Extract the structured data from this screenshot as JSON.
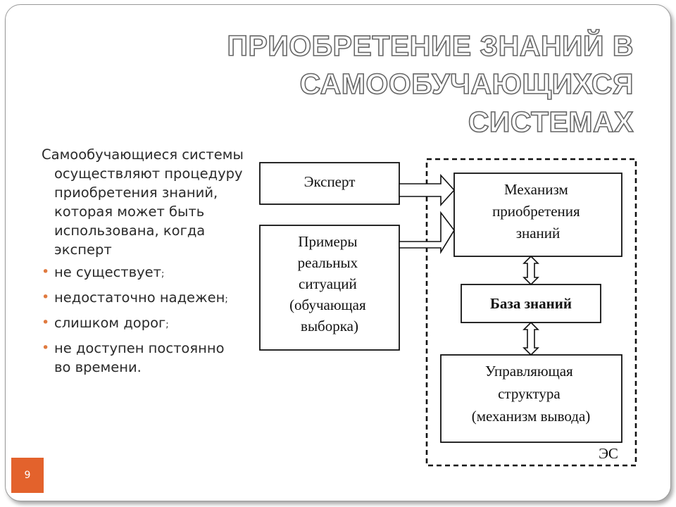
{
  "slide": {
    "title_line1": "ПРИОБРЕТЕНИЕ ЗНАНИЙ В",
    "title_line2": "САМООБУЧАЮЩИХСЯ СИСТЕМАХ",
    "intro": "Самообучающиеся системы осуществляют процедуру приобретения знаний, которая может быть использована, когда эксперт",
    "bullets": [
      {
        "text": "не существует",
        "punct": ";"
      },
      {
        "text": "недостаточно надежен",
        "punct": ";"
      },
      {
        "text": "слишком дорог",
        "punct": ";"
      },
      {
        "text": "не доступен постоянно во времени.",
        "punct": ""
      }
    ],
    "page_number": "9",
    "colors": {
      "accent": "#e3622c",
      "bullet": "#e07a3f",
      "title_outline": "#666666"
    }
  },
  "diagram": {
    "expert": [
      "Эксперт"
    ],
    "examples": [
      "Примеры",
      "реальных",
      "ситуаций",
      "(обучающая",
      "выборка)"
    ],
    "mechanism": [
      "Механизм",
      "приобретения",
      "знаний"
    ],
    "knowledge_base": [
      "База знаний"
    ],
    "control": [
      "Управляющая",
      "структура",
      "(механизм вывода)"
    ],
    "es_label": "ЭС"
  }
}
